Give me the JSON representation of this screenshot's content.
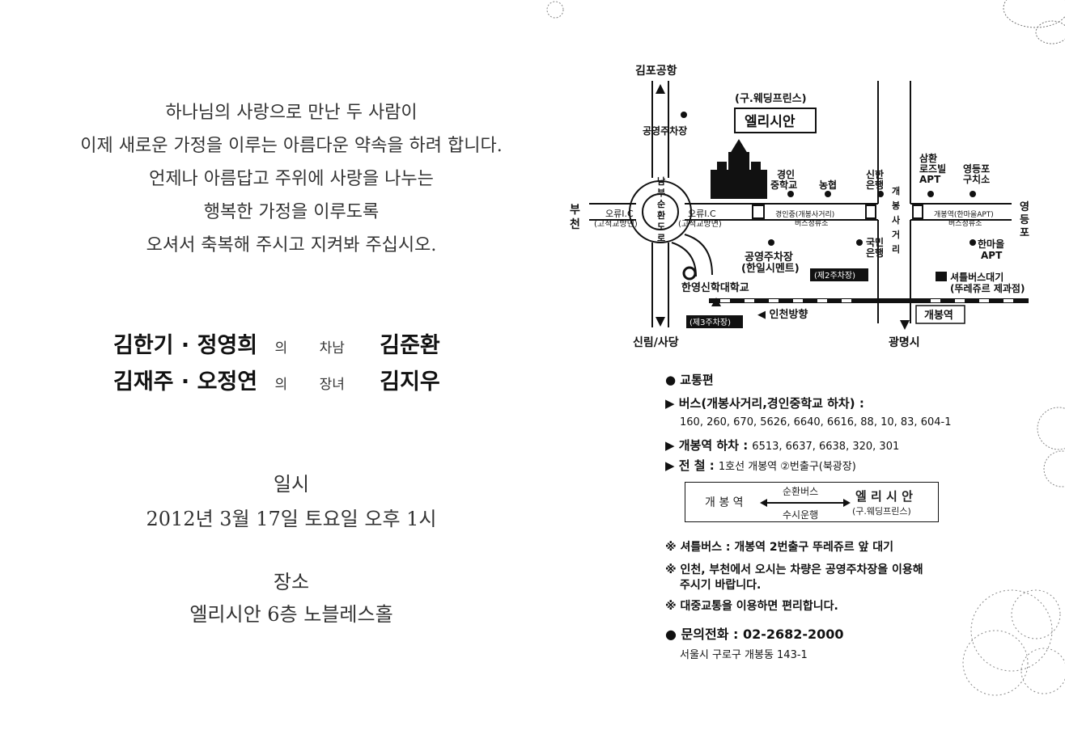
{
  "verse": {
    "line1": "하나님의 사랑으로 만난 두 사람이",
    "line2": "이제 새로운 가정을 이루는 아름다운 약속을 하려 합니다.",
    "line3": "언제나 아름답고 주위에 사랑을 나누는",
    "line4": "행복한 가정을 이루도록",
    "line5": "오셔서 축복해 주시고 지켜봐 주십시오."
  },
  "groom": {
    "parents": "김한기 · 정영희",
    "particle": "의",
    "relation": "차남",
    "name": "김준환"
  },
  "bride": {
    "parents": "김재주 · 오정연",
    "particle": "의",
    "relation": "장녀",
    "name": "김지우"
  },
  "schedule": {
    "heading": "일시",
    "value": "2012년 3월 17일 토요일 오후 1시"
  },
  "venue": {
    "heading": "장소",
    "value": "엘리시안 6층 노블레스홀"
  },
  "map": {
    "gimpo": "김포공항",
    "public_parking_top": "공영주차장",
    "former_name": "(구.웨딩프린스)",
    "venue_name": "엘리시안",
    "south_ring_road": [
      "남",
      "부",
      "순",
      "환",
      "도",
      "로"
    ],
    "bucheon": [
      "부",
      "천"
    ],
    "oryu_left": "오류I.C",
    "oryu_left_sub": "(고척교방면)",
    "oryu_right": "오류I.C",
    "oryu_right_sub": "(고척교방면)",
    "gyeongin_school": [
      "경인",
      "중학교"
    ],
    "nonghyup": "농협",
    "shinhan": [
      "신한",
      "은행"
    ],
    "samhwan": [
      "삼환",
      "로즈빌",
      "APT"
    ],
    "yeongdeungpo_office": [
      "영등포",
      "구치소"
    ],
    "gaebong_crossroad": [
      "개",
      "봉",
      "사",
      "거",
      "리"
    ],
    "bus_stop_1": [
      "경인중(개봉사거리)",
      "버스정류소"
    ],
    "bus_stop_2": [
      "개봉역(한마을APT)",
      "버스정류소"
    ],
    "yeongdeungpo": [
      "영",
      "등",
      "포"
    ],
    "kookmin": [
      "국민",
      "은행"
    ],
    "hanmaeul": [
      "한마을",
      "APT"
    ],
    "public_parking": [
      "공영주차장",
      "(한일시멘트)"
    ],
    "parking2": "(제2주차장)",
    "shuttle": [
      "셔틀버스대기",
      "(뚜레쥬르 제과점)"
    ],
    "hanyoung": "한영신학대학교",
    "parking3": "(제3주차장)",
    "incheon_direction": "◀ 인천방향",
    "gaebong_station": "개봉역",
    "sillim": "신림/사당",
    "gwangmyeong": "광명시"
  },
  "transport": {
    "heading": "● 교통편",
    "bus_label": "▶ 버스(개봉사거리,경인중학교 하차) :",
    "bus_numbers": "160, 260, 670, 5626, 6640, 6616, 88, 10, 83, 604-1",
    "station_label": "▶ 개봉역 하차 :",
    "station_numbers": "6513, 6637, 6638, 320, 301",
    "subway_label": "▶ 전  철 :",
    "subway_value": "1호선 개봉역 ②번출구(북광장)"
  },
  "route": {
    "from": "개 봉 역",
    "top": "순환버스",
    "bottom": "수시운행",
    "to": "엘 리 시 안",
    "to_sub": "(구.웨딩프린스)"
  },
  "notes": {
    "note1": "※ 셔틀버스 : 개봉역 2번출구 뚜레쥬르 앞 대기",
    "note2a": "※ 인천, 부천에서 오시는 차량은 공영주차장을 이용해",
    "note2b": "주시기 바랍니다.",
    "note3": "※ 대중교통을 이용하면 편리합니다."
  },
  "contact": {
    "label": "● 문의전화 : 02-2682-2000",
    "address": "서울시 구로구 개봉동 143-1"
  }
}
